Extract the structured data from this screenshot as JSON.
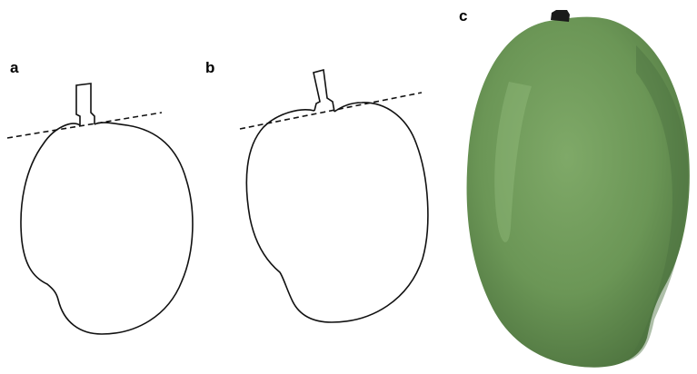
{
  "panels": {
    "a": {
      "label": "a"
    },
    "b": {
      "label": "b"
    },
    "c": {
      "label": "c"
    }
  },
  "colors": {
    "outline": "#111111",
    "mango_green": "#6f9a5a",
    "mango_dark": "#557a45",
    "stem": "#1a1a1a"
  }
}
